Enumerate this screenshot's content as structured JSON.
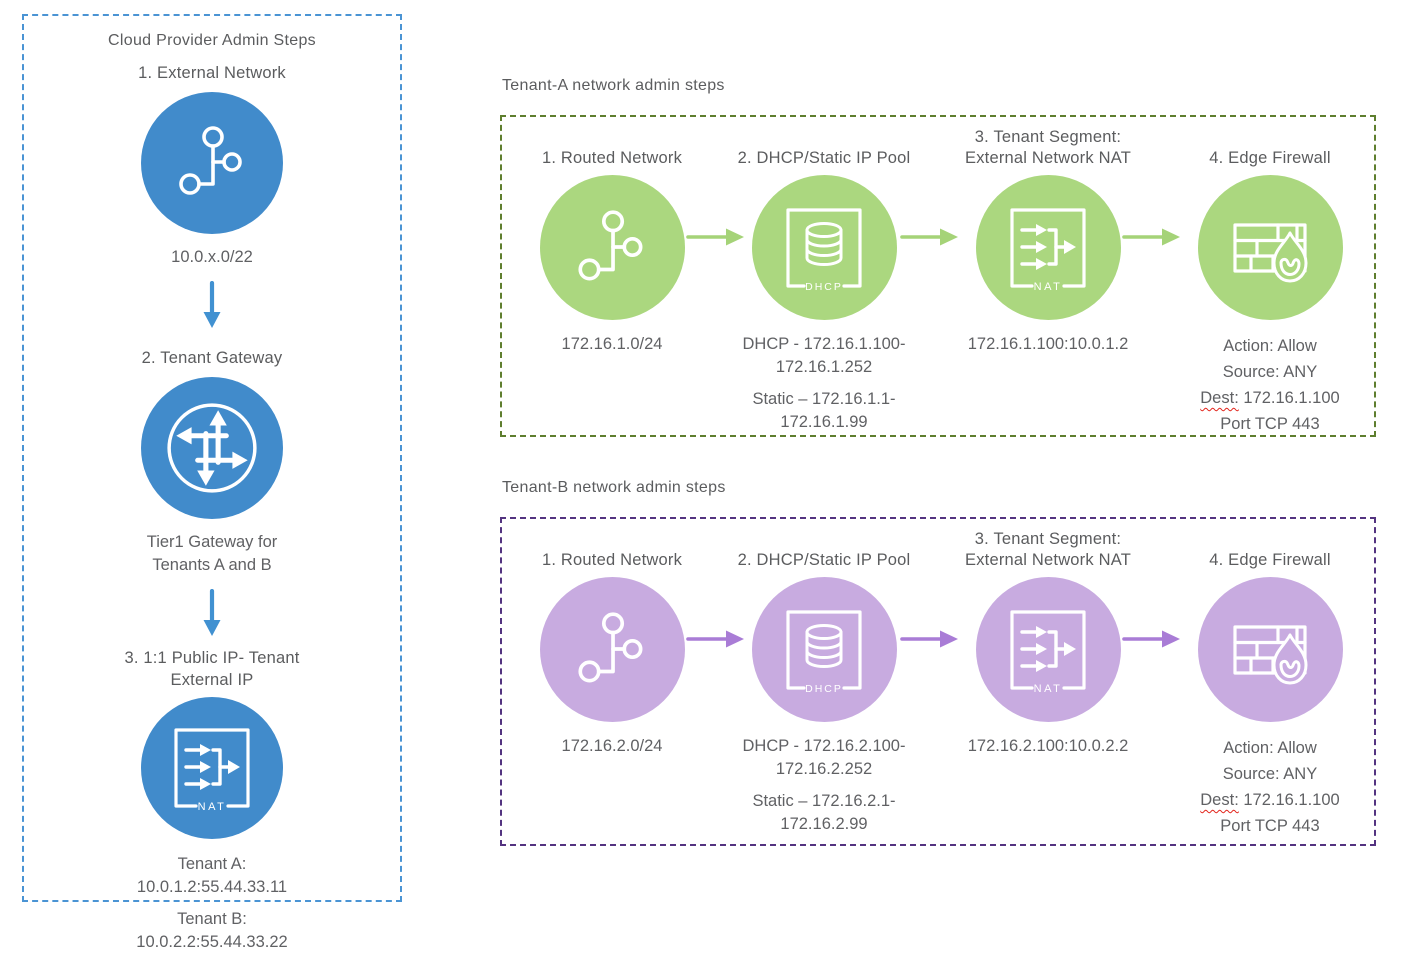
{
  "colors": {
    "provider_blue": "#418bcb",
    "provider_border_blue": "#4a94d4",
    "tenantA_green": "#abd77f",
    "tenantA_border_green": "#5e7e2e",
    "tenantB_purple": "#c8abe0",
    "tenantB_arrow_purple": "#a97cd6",
    "tenantB_border_purple": "#533380",
    "text_gray": "#5b5c5e",
    "squiggle_red": "#e2231a",
    "icon_white": "#ffffff"
  },
  "icons": {
    "nat_label": "NAT",
    "dhcp_label": "DHCP"
  },
  "provider": {
    "title": "Cloud Provider Admin Steps",
    "step1": {
      "label": "1. External Network",
      "caption": "10.0.x.0/22"
    },
    "step2": {
      "label": "2. Tenant Gateway",
      "caption_line1": "Tier1 Gateway for",
      "caption_line2": "Tenants A and B"
    },
    "step3": {
      "label_line1": "3. 1:1 Public IP- Tenant",
      "label_line2": "External IP",
      "tenantA_label": "Tenant A:",
      "tenantA_ip": "10.0.1.2:55.44.33.11",
      "tenantB_label": "Tenant B:",
      "tenantB_ip": "10.0.2.2:55.44.33.22"
    }
  },
  "tenantA": {
    "title": "Tenant-A network admin steps",
    "step1": {
      "label": "1. Routed Network",
      "caption": "172.16.1.0/24"
    },
    "step2": {
      "label": "2. DHCP/Static IP Pool",
      "dhcp_line1": "DHCP - 172.16.1.100-",
      "dhcp_line2": "172.16.1.252",
      "static_line1": "Static – 172.16.1.1-",
      "static_line2": "172.16.1.99"
    },
    "step3": {
      "label_line1": "3. Tenant Segment:",
      "label_line2": "External Network NAT",
      "caption": "172.16.1.100:10.0.1.2"
    },
    "step4": {
      "label": "4. Edge Firewall",
      "action": "Action: Allow",
      "source": "Source: ANY",
      "dest_label": "Dest:",
      "dest_value": "172.16.1.100",
      "port": "Port TCP 443"
    }
  },
  "tenantB": {
    "title": "Tenant-B network admin steps",
    "step1": {
      "label": "1. Routed Network",
      "caption": "172.16.2.0/24"
    },
    "step2": {
      "label": "2. DHCP/Static IP Pool",
      "dhcp_line1": "DHCP - 172.16.2.100-",
      "dhcp_line2": "172.16.2.252",
      "static_line1": "Static – 172.16.2.1-",
      "static_line2": "172.16.2.99"
    },
    "step3": {
      "label_line1": "3. Tenant Segment:",
      "label_line2": "External Network NAT",
      "caption": "172.16.2.100:10.0.2.2"
    },
    "step4": {
      "label": "4. Edge Firewall",
      "action": "Action: Allow",
      "source": "Source: ANY",
      "dest_label": "Dest:",
      "dest_value": "172.16.1.100",
      "port": "Port TCP 443"
    }
  }
}
